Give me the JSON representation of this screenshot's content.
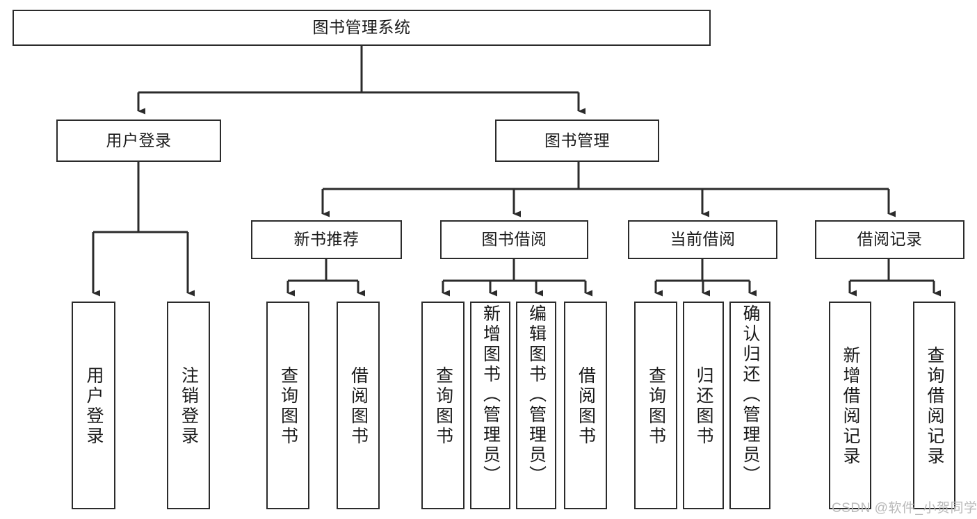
{
  "diagram": {
    "title": "图书管理系统",
    "type": "hierarchy-tree",
    "watermark": "CSDN @软件_小贺同学",
    "edge_color": "#2b2b2b",
    "box_border_color": "#2b2b2b",
    "box_fill_color": "#ffffff",
    "text_color": "#1a1a1a",
    "watermark_color": "#b9b9b9",
    "levels": [
      {
        "level": 1,
        "nodes": [
          {
            "id": "root",
            "label": "图书管理系统",
            "orientation": "horizontal"
          }
        ]
      },
      {
        "level": 2,
        "nodes": [
          {
            "id": "login",
            "label": "用户登录",
            "orientation": "horizontal",
            "parent": "root"
          },
          {
            "id": "bookmgmt",
            "label": "图书管理",
            "orientation": "horizontal",
            "parent": "root"
          }
        ]
      },
      {
        "level": 3,
        "nodes": [
          {
            "id": "newbook",
            "label": "新书推荐",
            "orientation": "horizontal",
            "parent": "bookmgmt"
          },
          {
            "id": "borrow",
            "label": "图书借阅",
            "orientation": "horizontal",
            "parent": "bookmgmt"
          },
          {
            "id": "current",
            "label": "当前借阅",
            "orientation": "horizontal",
            "parent": "bookmgmt"
          },
          {
            "id": "records",
            "label": "借阅记录",
            "orientation": "horizontal",
            "parent": "bookmgmt"
          }
        ]
      },
      {
        "level": 4,
        "nodes": [
          {
            "id": "leaf-user-login",
            "label": "用户登录",
            "orientation": "vertical",
            "parent": "login"
          },
          {
            "id": "leaf-user-logout",
            "label": "注销登录",
            "orientation": "vertical",
            "parent": "login"
          },
          {
            "id": "leaf-newbook-query",
            "label": "查询图书",
            "orientation": "vertical",
            "parent": "newbook"
          },
          {
            "id": "leaf-newbook-borrow",
            "label": "借阅图书",
            "orientation": "vertical",
            "parent": "newbook"
          },
          {
            "id": "leaf-borrow-query",
            "label": "查询图书",
            "orientation": "vertical",
            "parent": "borrow"
          },
          {
            "id": "leaf-borrow-add",
            "label": "新增图书（管理员）",
            "orientation": "vertical",
            "parent": "borrow"
          },
          {
            "id": "leaf-borrow-edit",
            "label": "编辑图书（管理员）",
            "orientation": "vertical",
            "parent": "borrow"
          },
          {
            "id": "leaf-borrow-lend",
            "label": "借阅图书",
            "orientation": "vertical",
            "parent": "borrow"
          },
          {
            "id": "leaf-current-query",
            "label": "查询图书",
            "orientation": "vertical",
            "parent": "current"
          },
          {
            "id": "leaf-current-return",
            "label": "归还图书",
            "orientation": "vertical",
            "parent": "current"
          },
          {
            "id": "leaf-current-confirm",
            "label": "确认归还（管理员）",
            "orientation": "vertical",
            "parent": "current"
          },
          {
            "id": "leaf-records-add",
            "label": "新增借阅记录",
            "orientation": "vertical",
            "parent": "records"
          },
          {
            "id": "leaf-records-query",
            "label": "查询借阅记录",
            "orientation": "vertical",
            "parent": "records"
          }
        ]
      }
    ]
  }
}
